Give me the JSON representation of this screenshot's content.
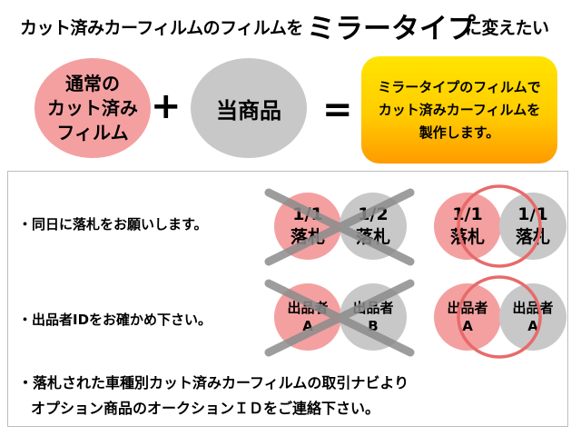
{
  "header": {
    "prefix": "カット済みカーフィルムのフィルムを",
    "emphasis": "ミラータイプ",
    "suffix": "に変えたい"
  },
  "equation": {
    "left_circle": [
      "通常の",
      "カット済み",
      "フィルム"
    ],
    "plus": "+",
    "middle_circle": "当商品",
    "equals": "=",
    "result": [
      "ミラータイプのフィルムで",
      "カット済みカーフィルムを",
      "製作します。"
    ]
  },
  "instructions": {
    "same_day": "・同日に落札をお願いします。",
    "confirm_id": "・出品者IDをお確かめ下さい。",
    "contact_line1": "・落札された車種別カット済みカーフィルムの取引ナビより",
    "contact_line2": "オプション商品のオークションＩＤをご連絡下さい。"
  },
  "examples": {
    "bad_bid": {
      "left_top": "1/1",
      "left_bottom": "落札",
      "right_top": "1/2",
      "right_bottom": "落札"
    },
    "good_bid": {
      "left_top": "1/1",
      "left_bottom": "落札",
      "right_top": "1/1",
      "right_bottom": "落札"
    },
    "bad_seller": {
      "left_top": "出品者",
      "left_bottom": "A",
      "right_top": "出品者",
      "right_bottom": "B"
    },
    "good_seller": {
      "left_top": "出品者",
      "left_bottom": "A",
      "right_top": "出品者",
      "right_bottom": "A"
    }
  },
  "colors": {
    "pink": "#f4a0a0",
    "gray": "#c8c8c8",
    "cross": "#8c8c8c",
    "ring": "#e86a6a",
    "result_top": "#ffe400",
    "result_bottom": "#ff9a00"
  },
  "icons": {
    "cross": "cross-mark-icon",
    "ring": "correct-circle-icon"
  }
}
